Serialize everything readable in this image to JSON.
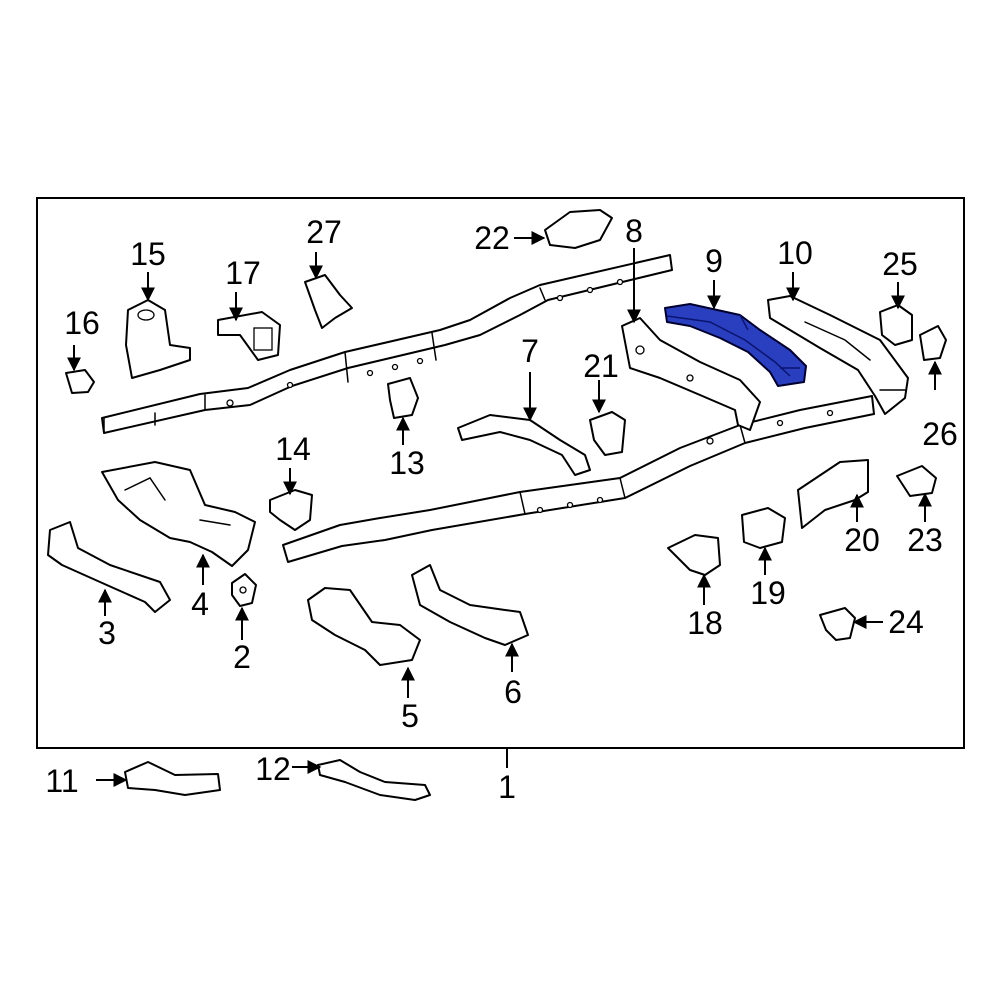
{
  "diagram": {
    "highlighted_part": "9",
    "highlight_color": "#2a3fbf",
    "callouts": [
      {
        "id": "c1",
        "label": "1"
      },
      {
        "id": "c2",
        "label": "2"
      },
      {
        "id": "c3",
        "label": "3"
      },
      {
        "id": "c4",
        "label": "4"
      },
      {
        "id": "c5",
        "label": "5"
      },
      {
        "id": "c6",
        "label": "6"
      },
      {
        "id": "c7",
        "label": "7"
      },
      {
        "id": "c8",
        "label": "8"
      },
      {
        "id": "c9",
        "label": "9"
      },
      {
        "id": "c10",
        "label": "10"
      },
      {
        "id": "c11",
        "label": "11"
      },
      {
        "id": "c12",
        "label": "12"
      },
      {
        "id": "c13",
        "label": "13"
      },
      {
        "id": "c14",
        "label": "14"
      },
      {
        "id": "c15",
        "label": "15"
      },
      {
        "id": "c16",
        "label": "16"
      },
      {
        "id": "c17",
        "label": "17"
      },
      {
        "id": "c18",
        "label": "18"
      },
      {
        "id": "c19",
        "label": "19"
      },
      {
        "id": "c20",
        "label": "20"
      },
      {
        "id": "c21",
        "label": "21"
      },
      {
        "id": "c22",
        "label": "22"
      },
      {
        "id": "c23",
        "label": "23"
      },
      {
        "id": "c24",
        "label": "24"
      },
      {
        "id": "c25",
        "label": "25"
      },
      {
        "id": "c26",
        "label": "26"
      },
      {
        "id": "c27",
        "label": "27"
      }
    ]
  }
}
